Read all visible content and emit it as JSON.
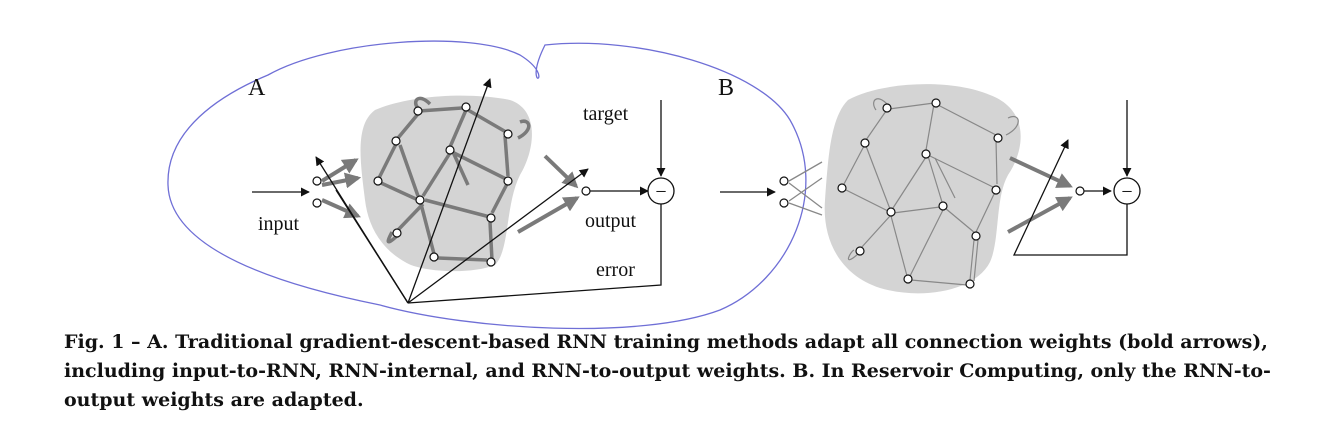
{
  "figure": {
    "panel_a_label": "A",
    "panel_b_label": "B",
    "input_label": "input",
    "target_label": "target",
    "output_label": "output",
    "error_label": "error",
    "subtract_symbol": "−"
  },
  "caption": {
    "text": "Fig. 1 – A. Traditional gradient-descent-based RNN training methods adapt all connection weights (bold arrows), including input-to-RNN, RNN-internal, and RNN-to-output weights. B. In Reservoir Computing, only the RNN-to-output weights are adapted."
  }
}
